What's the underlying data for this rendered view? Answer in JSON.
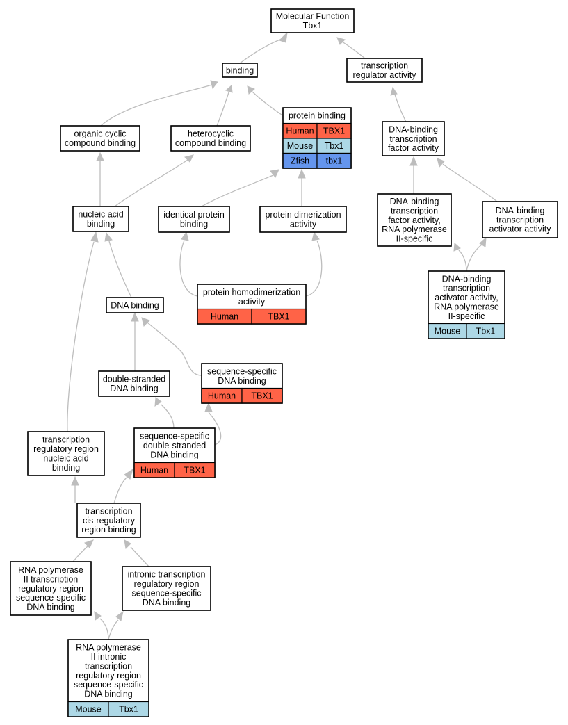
{
  "colors": {
    "human": "#ff6347",
    "mouse": "#add8e6",
    "zfish": "#6495ed",
    "edge": "#bdbdbd",
    "border": "#000000"
  },
  "nodes": {
    "mf": {
      "lines": [
        "Molecular Function",
        "Tbx1"
      ]
    },
    "binding": {
      "lines": [
        "binding"
      ]
    },
    "transcription_regulator_activity": {
      "lines": [
        "transcription",
        "regulator activity"
      ]
    },
    "organic_cyclic": {
      "lines": [
        "organic cyclic",
        "compound binding"
      ]
    },
    "heterocyclic": {
      "lines": [
        "heterocyclic",
        "compound binding"
      ]
    },
    "protein_binding": {
      "lines": [
        "protein binding"
      ],
      "rows": [
        [
          "Human",
          "TBX1",
          "human"
        ],
        [
          "Mouse",
          "Tbx1",
          "mouse"
        ],
        [
          "Zfish",
          "tbx1",
          "zfish"
        ]
      ]
    },
    "dna_binding_tf": {
      "lines": [
        "DNA-binding",
        "transcription",
        "factor activity"
      ]
    },
    "nucleic_acid_binding": {
      "lines": [
        "nucleic acid",
        "binding"
      ]
    },
    "identical_protein": {
      "lines": [
        "identical protein",
        "binding"
      ]
    },
    "protein_dimerization": {
      "lines": [
        "protein dimerization",
        "activity"
      ]
    },
    "dna_binding_tf_pol2": {
      "lines": [
        "DNA-binding",
        "transcription",
        "factor activity,",
        "RNA polymerase",
        "II-specific"
      ]
    },
    "dna_binding_activator": {
      "lines": [
        "DNA-binding",
        "transcription",
        "activator activity"
      ]
    },
    "protein_homodimerization": {
      "lines": [
        "protein homodimerization",
        "activity"
      ],
      "rows": [
        [
          "Human",
          "TBX1",
          "human"
        ]
      ]
    },
    "dna_binding_activator_pol2": {
      "lines": [
        "DNA-binding",
        "transcription",
        "activator activity,",
        "RNA polymerase",
        "II-specific"
      ],
      "rows": [
        [
          "Mouse",
          "Tbx1",
          "mouse"
        ]
      ]
    },
    "dna_binding": {
      "lines": [
        "DNA binding"
      ]
    },
    "double_stranded": {
      "lines": [
        "double-stranded",
        "DNA binding"
      ]
    },
    "seq_specific": {
      "lines": [
        "sequence-specific",
        "DNA binding"
      ],
      "rows": [
        [
          "Human",
          "TBX1",
          "human"
        ]
      ]
    },
    "tr_region_nucleic": {
      "lines": [
        "transcription",
        "regulatory region",
        "nucleic acid",
        "binding"
      ]
    },
    "seq_specific_ds": {
      "lines": [
        "sequence-specific",
        "double-stranded",
        "DNA binding"
      ],
      "rows": [
        [
          "Human",
          "TBX1",
          "human"
        ]
      ]
    },
    "cis_regulatory": {
      "lines": [
        "transcription",
        "cis-regulatory",
        "region binding"
      ]
    },
    "rnap2_tr_region": {
      "lines": [
        "RNA polymerase",
        "II transcription",
        "regulatory region",
        "sequence-specific",
        "DNA binding"
      ]
    },
    "intronic_tr": {
      "lines": [
        "intronic transcription",
        "regulatory region",
        "sequence-specific",
        "DNA binding"
      ]
    },
    "rnap2_intronic": {
      "lines": [
        "RNA polymerase",
        "II intronic",
        "transcription",
        "regulatory region",
        "sequence-specific",
        "DNA binding"
      ],
      "rows": [
        [
          "Mouse",
          "Tbx1",
          "mouse"
        ]
      ]
    }
  }
}
